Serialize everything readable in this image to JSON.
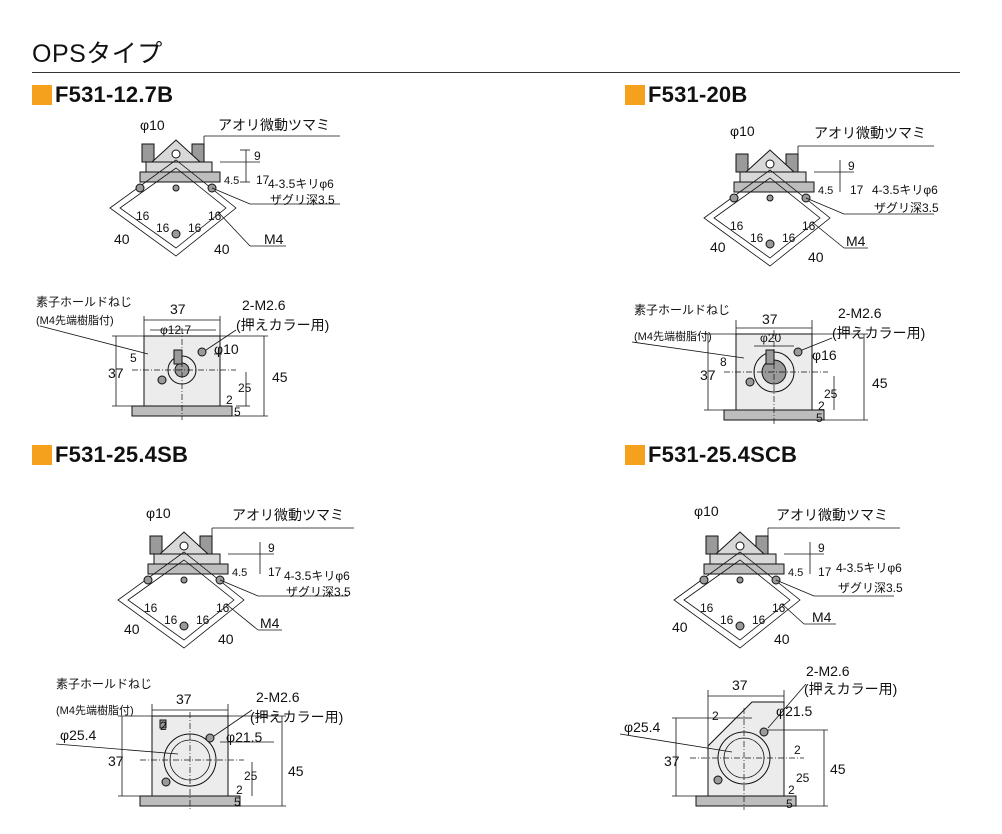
{
  "page": {
    "title": "OPSタイプ"
  },
  "sections": [
    {
      "name": "F531-12.7B",
      "top": {
        "phi_knob": "φ10",
        "knob_note": "アオリ微動ツマミ",
        "dim_9": "9",
        "dim_17": "17",
        "dim_4_5": "4.5",
        "hole_a": "4-3.5キリφ6",
        "hole_b": "ザグリ深3.5",
        "d16": "16",
        "d40": "40",
        "m4": "M4"
      },
      "front": {
        "screw_a": "素子ホールドねじ",
        "screw_b": "(M4先端樹脂付)",
        "d37": "37",
        "thread": "2-M2.6",
        "collar": "(押えカラー用)",
        "bore": "φ12.7",
        "phi2": "φ10",
        "d5": "5",
        "h37": "37",
        "h45": "45",
        "d25": "25",
        "d2": "2",
        "d5b": "5"
      }
    },
    {
      "name": "F531-20B",
      "top": {
        "phi_knob": "φ10",
        "knob_note": "アオリ微動ツマミ",
        "dim_9": "9",
        "dim_17": "17",
        "dim_4_5": "4.5",
        "hole_a": "4-3.5キリφ6",
        "hole_b": "ザグリ深3.5",
        "d16": "16",
        "d40": "40",
        "m4": "M4"
      },
      "front": {
        "screw_a": "素子ホールドねじ",
        "screw_b": "(M4先端樹脂付)",
        "d37": "37",
        "thread": "2-M2.6",
        "collar": "(押えカラー用)",
        "bore": "φ20",
        "phi2": "φ16",
        "d8": "8",
        "h37": "37",
        "h45": "45",
        "d25": "25",
        "d2": "2",
        "d5b": "5"
      }
    },
    {
      "name": "F531-25.4SB",
      "top": {
        "phi_knob": "φ10",
        "knob_note": "アオリ微動ツマミ",
        "dim_9": "9",
        "dim_17": "17",
        "dim_4_5": "4.5",
        "hole_a": "4-3.5キリφ6",
        "hole_b": "ザグリ深3.5",
        "d16": "16",
        "d40": "40",
        "m4": "M4"
      },
      "front": {
        "screw_a": "素子ホールドねじ",
        "screw_b": "(M4先端樹脂付)",
        "d37": "37",
        "thread": "2-M2.6",
        "collar": "(押えカラー用)",
        "bore": "φ25.4",
        "phi2": "φ21.5",
        "d2top": "2",
        "h37": "37",
        "h45": "45",
        "d25": "25",
        "d2": "2",
        "d5b": "5"
      }
    },
    {
      "name": "F531-25.4SCB",
      "top": {
        "phi_knob": "φ10",
        "knob_note": "アオリ微動ツマミ",
        "dim_9": "9",
        "dim_17": "17",
        "dim_4_5": "4.5",
        "hole_a": "4-3.5キリφ6",
        "hole_b": "ザグリ深3.5",
        "d16": "16",
        "d40": "40",
        "m4": "M4"
      },
      "front": {
        "d37": "37",
        "thread": "2-M2.6",
        "collar": "(押えカラー用)",
        "bore": "φ25.4",
        "phi2": "φ21.5",
        "d2top": "2",
        "d2side": "2",
        "h37": "37",
        "h45": "45",
        "d25": "25",
        "d2": "2",
        "d5b": "5"
      }
    }
  ]
}
